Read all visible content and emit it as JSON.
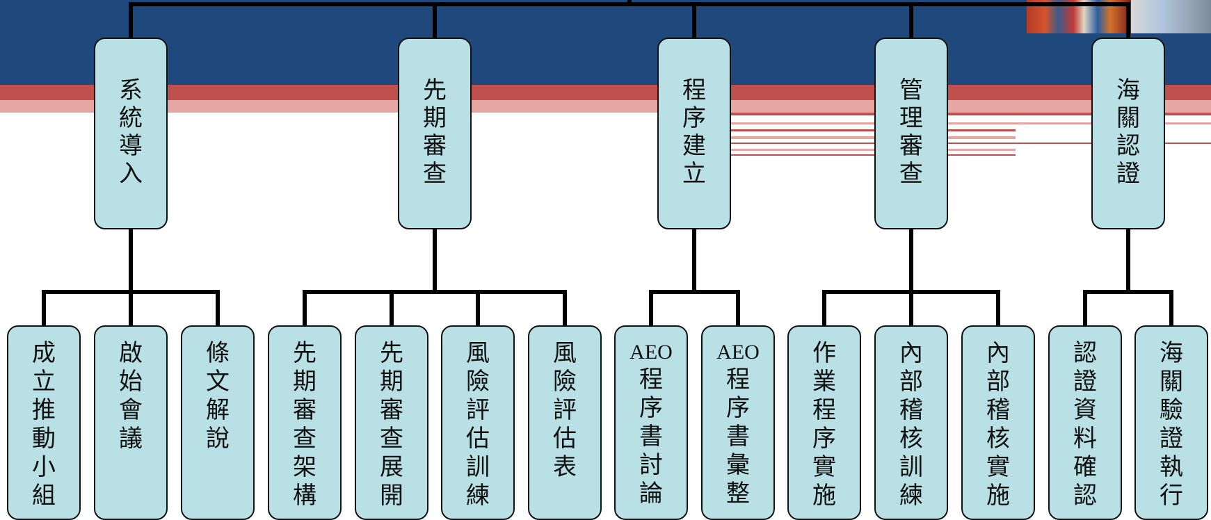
{
  "nodes": [
    {
      "label": "系統導入",
      "children": [
        "成立推動小組",
        "啟始會議",
        "條文解說"
      ]
    },
    {
      "label": "先期審查",
      "children": [
        "先期審查架構",
        "先期審查展開",
        "風險評估訓練",
        "風險評估表"
      ]
    },
    {
      "label": "程序建立",
      "children": [
        "AEO程序書討論",
        "AEO程序書彙整"
      ]
    },
    {
      "label": "管理審查",
      "children": [
        "作業程序實施",
        "內部稽核訓練",
        "內部稽核實施"
      ]
    },
    {
      "label": "海關認證",
      "children": [
        "認證資料確認",
        "海關驗證執行"
      ]
    }
  ],
  "colors": {
    "box_fill": "#b9e0e5",
    "header_blue": "#1f497d",
    "accent_red": "#c0504d",
    "accent_pink": "#e6a6a4"
  }
}
